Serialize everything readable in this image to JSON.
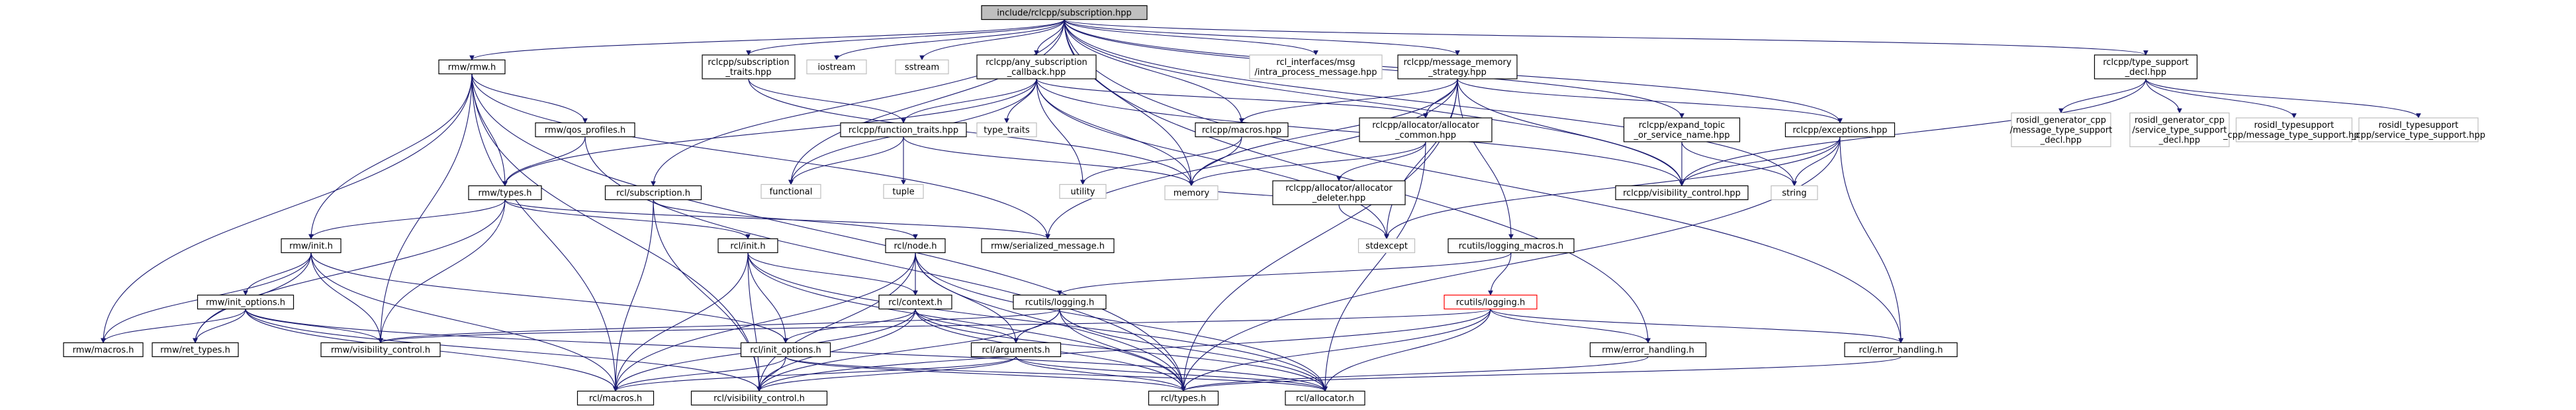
{
  "graph": {
    "nodes": [
      {
        "id": "root",
        "lines": [
          "include/rclcpp/subscription.hpp"
        ],
        "style": "root"
      },
      {
        "id": "rmw_rmw_h",
        "lines": [
          "rmw/rmw.h"
        ],
        "style": "normal"
      },
      {
        "id": "sub_traits",
        "lines": [
          "rclcpp/subscription",
          "_traits.hpp"
        ],
        "style": "normal"
      },
      {
        "id": "iostream",
        "lines": [
          "iostream"
        ],
        "style": "ext"
      },
      {
        "id": "sstream",
        "lines": [
          "sstream"
        ],
        "style": "ext"
      },
      {
        "id": "any_sub_cb",
        "lines": [
          "rclcpp/any_subscription",
          "_callback.hpp"
        ],
        "style": "normal"
      },
      {
        "id": "intra_msg",
        "lines": [
          "rcl_interfaces/msg",
          "/intra_process_message.hpp"
        ],
        "style": "ext"
      },
      {
        "id": "msg_mem",
        "lines": [
          "rclcpp/message_memory",
          "_strategy.hpp"
        ],
        "style": "normal"
      },
      {
        "id": "type_support",
        "lines": [
          "rclcpp/type_support",
          "_decl.hpp"
        ],
        "style": "normal"
      },
      {
        "id": "qos_profiles",
        "lines": [
          "rmw/qos_profiles.h"
        ],
        "style": "normal"
      },
      {
        "id": "func_traits",
        "lines": [
          "rclcpp/function_traits.hpp"
        ],
        "style": "normal"
      },
      {
        "id": "type_traits",
        "lines": [
          "type_traits"
        ],
        "style": "ext"
      },
      {
        "id": "macros_hpp",
        "lines": [
          "rclcpp/macros.hpp"
        ],
        "style": "normal"
      },
      {
        "id": "alloc_common",
        "lines": [
          "rclcpp/allocator/allocator",
          "_common.hpp"
        ],
        "style": "normal"
      },
      {
        "id": "expand_topic",
        "lines": [
          "rclcpp/expand_topic",
          "_or_service_name.hpp"
        ],
        "style": "normal"
      },
      {
        "id": "exceptions",
        "lines": [
          "rclcpp/exceptions.hpp"
        ],
        "style": "normal"
      },
      {
        "id": "rosidl_cpp_msg",
        "lines": [
          "rosidl_generator_cpp",
          "/message_type_support",
          "_decl.hpp"
        ],
        "style": "ext"
      },
      {
        "id": "rosidl_cpp_srv",
        "lines": [
          "rosidl_generator_cpp",
          "/service_type_support",
          "_decl.hpp"
        ],
        "style": "ext"
      },
      {
        "id": "rosidl_ts_msg",
        "lines": [
          "rosidl_typesupport",
          "_cpp/message_type_support.hpp"
        ],
        "style": "ext"
      },
      {
        "id": "rosidl_ts_srv",
        "lines": [
          "rosidl_typesupport",
          "_cpp/service_type_support.hpp"
        ],
        "style": "ext"
      },
      {
        "id": "rmw_types",
        "lines": [
          "rmw/types.h"
        ],
        "style": "normal"
      },
      {
        "id": "tuple",
        "lines": [
          "tuple"
        ],
        "style": "ext"
      },
      {
        "id": "utility",
        "lines": [
          "utility"
        ],
        "style": "ext"
      },
      {
        "id": "functional",
        "lines": [
          "functional"
        ],
        "style": "ext"
      },
      {
        "id": "alloc_deleter",
        "lines": [
          "rclcpp/allocator/allocator",
          "_deleter.hpp"
        ],
        "style": "normal"
      },
      {
        "id": "visibility_hpp",
        "lines": [
          "rclcpp/visibility_control.hpp"
        ],
        "style": "normal"
      },
      {
        "id": "string",
        "lines": [
          "string"
        ],
        "style": "ext"
      },
      {
        "id": "rcl_subscription",
        "lines": [
          "rcl/subscription.h"
        ],
        "style": "normal"
      },
      {
        "id": "memory",
        "lines": [
          "memory"
        ],
        "style": "ext"
      },
      {
        "id": "rmw_ser_msg",
        "lines": [
          "rmw/serialized_message.h"
        ],
        "style": "normal"
      },
      {
        "id": "stdexcept",
        "lines": [
          "stdexcept"
        ],
        "style": "ext"
      },
      {
        "id": "log_macros",
        "lines": [
          "rcutils/logging_macros.h"
        ],
        "style": "normal"
      },
      {
        "id": "rmw_init",
        "lines": [
          "rmw/init.h"
        ],
        "style": "normal"
      },
      {
        "id": "rcl_init",
        "lines": [
          "rcl/init.h"
        ],
        "style": "normal"
      },
      {
        "id": "rcl_node",
        "lines": [
          "rcl/node.h"
        ],
        "style": "normal"
      },
      {
        "id": "rmw_init_opts",
        "lines": [
          "rmw/init_options.h"
        ],
        "style": "normal"
      },
      {
        "id": "rcl_context",
        "lines": [
          "rcl/context.h"
        ],
        "style": "normal"
      },
      {
        "id": "rcutils_logging",
        "lines": [
          "rcutils/logging.h"
        ],
        "style": "normal"
      },
      {
        "id": "rcl_logging",
        "lines": [
          "rcutils/logging.h"
        ],
        "style": "red"
      },
      {
        "id": "rmw_macros",
        "lines": [
          "rmw/macros.h"
        ],
        "style": "normal"
      },
      {
        "id": "rmw_ret",
        "lines": [
          "rmw/ret_types.h"
        ],
        "style": "normal"
      },
      {
        "id": "rmw_vis",
        "lines": [
          "rmw/visibility_control.h"
        ],
        "style": "normal"
      },
      {
        "id": "rcl_init_opts",
        "lines": [
          "rcl/init_options.h"
        ],
        "style": "normal"
      },
      {
        "id": "rcutils_args",
        "lines": [
          "rcl/arguments.h"
        ],
        "style": "normal"
      },
      {
        "id": "rmw_err",
        "lines": [
          "rmw/error_handling.h"
        ],
        "style": "normal"
      },
      {
        "id": "rcl_err",
        "lines": [
          "rcl/error_handling.h"
        ],
        "style": "normal"
      },
      {
        "id": "rcl_macros",
        "lines": [
          "rcl/macros.h"
        ],
        "style": "normal"
      },
      {
        "id": "rcl_vis",
        "lines": [
          "rcl/visibility_control.h"
        ],
        "style": "normal"
      },
      {
        "id": "rcl_types",
        "lines": [
          "rcl/types.h"
        ],
        "style": "normal"
      },
      {
        "id": "rcl_alloc",
        "lines": [
          "rcl/allocator.h"
        ],
        "style": "normal"
      }
    ],
    "edges": [
      [
        "root",
        "rmw_rmw_h"
      ],
      [
        "root",
        "sub_traits"
      ],
      [
        "root",
        "iostream"
      ],
      [
        "root",
        "sstream"
      ],
      [
        "root",
        "any_sub_cb"
      ],
      [
        "root",
        "intra_msg"
      ],
      [
        "root",
        "msg_mem"
      ],
      [
        "root",
        "type_support"
      ],
      [
        "root",
        "rcl_subscription"
      ],
      [
        "root",
        "memory"
      ],
      [
        "root",
        "functional"
      ],
      [
        "root",
        "macros_hpp"
      ],
      [
        "root",
        "expand_topic"
      ],
      [
        "root",
        "exceptions"
      ],
      [
        "root",
        "visibility_hpp"
      ],
      [
        "root",
        "string"
      ],
      [
        "root",
        "rmw_err"
      ],
      [
        "root",
        "rcl_err"
      ],
      [
        "rmw_rmw_h",
        "qos_profiles"
      ],
      [
        "rmw_rmw_h",
        "rmw_types"
      ],
      [
        "rmw_rmw_h",
        "rmw_init"
      ],
      [
        "rmw_rmw_h",
        "rmw_macros"
      ],
      [
        "rmw_rmw_h",
        "rmw_ser_msg"
      ],
      [
        "rmw_rmw_h",
        "rmw_vis"
      ],
      [
        "rmw_rmw_h",
        "rcl_macros"
      ],
      [
        "rmw_rmw_h",
        "rcl_vis"
      ],
      [
        "rmw_rmw_h",
        "rcl_types"
      ],
      [
        "sub_traits",
        "func_traits"
      ],
      [
        "sub_traits",
        "memory"
      ],
      [
        "any_sub_cb",
        "func_traits"
      ],
      [
        "any_sub_cb",
        "type_traits"
      ],
      [
        "any_sub_cb",
        "utility"
      ],
      [
        "any_sub_cb",
        "functional"
      ],
      [
        "any_sub_cb",
        "memory"
      ],
      [
        "any_sub_cb",
        "alloc_common"
      ],
      [
        "any_sub_cb",
        "rmw_types"
      ],
      [
        "any_sub_cb",
        "visibility_hpp"
      ],
      [
        "any_sub_cb",
        "stdexcept"
      ],
      [
        "msg_mem",
        "macros_hpp"
      ],
      [
        "msg_mem",
        "alloc_common"
      ],
      [
        "msg_mem",
        "exceptions"
      ],
      [
        "msg_mem",
        "visibility_hpp"
      ],
      [
        "msg_mem",
        "memory"
      ],
      [
        "msg_mem",
        "stdexcept"
      ],
      [
        "msg_mem",
        "log_macros"
      ],
      [
        "msg_mem",
        "rmw_ser_msg"
      ],
      [
        "msg_mem",
        "rcl_types"
      ],
      [
        "type_support",
        "visibility_hpp"
      ],
      [
        "type_support",
        "rosidl_cpp_msg"
      ],
      [
        "type_support",
        "rosidl_cpp_srv"
      ],
      [
        "type_support",
        "rosidl_ts_msg"
      ],
      [
        "type_support",
        "rosidl_ts_srv"
      ],
      [
        "qos_profiles",
        "rmw_types"
      ],
      [
        "qos_profiles",
        "rcl_types"
      ],
      [
        "func_traits",
        "tuple"
      ],
      [
        "func_traits",
        "functional"
      ],
      [
        "func_traits",
        "memory"
      ],
      [
        "macros_hpp",
        "memory"
      ],
      [
        "macros_hpp",
        "utility"
      ],
      [
        "alloc_common",
        "memory"
      ],
      [
        "alloc_common",
        "alloc_deleter"
      ],
      [
        "alloc_common",
        "rcl_alloc"
      ],
      [
        "alloc_deleter",
        "memory"
      ],
      [
        "alloc_deleter",
        "stdexcept"
      ],
      [
        "expand_topic",
        "string"
      ],
      [
        "expand_topic",
        "visibility_hpp"
      ],
      [
        "exceptions",
        "string"
      ],
      [
        "exceptions",
        "stdexcept"
      ],
      [
        "exceptions",
        "visibility_hpp"
      ],
      [
        "exceptions",
        "rcl_err"
      ],
      [
        "exceptions",
        "rcl_types"
      ],
      [
        "rmw_types",
        "rmw_init"
      ],
      [
        "rmw_types",
        "rmw_ret"
      ],
      [
        "rmw_types",
        "rmw_vis"
      ],
      [
        "rmw_types",
        "rmw_ser_msg"
      ],
      [
        "rmw_types",
        "rcl_init"
      ],
      [
        "rcl_subscription",
        "rcl_node"
      ],
      [
        "rcl_subscription",
        "rcl_macros"
      ],
      [
        "rcl_subscription",
        "rcl_vis"
      ],
      [
        "log_macros",
        "rcl_logging"
      ],
      [
        "log_macros",
        "rcutils_logging"
      ],
      [
        "rmw_init",
        "rmw_init_opts"
      ],
      [
        "rmw_init",
        "rmw_macros"
      ],
      [
        "rmw_init",
        "rmw_ret"
      ],
      [
        "rmw_init",
        "rmw_vis"
      ],
      [
        "rmw_init",
        "rcl_init_opts"
      ],
      [
        "rmw_init",
        "rcl_macros"
      ],
      [
        "rcl_init",
        "rcl_context"
      ],
      [
        "rcl_init",
        "rcl_init_opts"
      ],
      [
        "rcl_init",
        "rcl_macros"
      ],
      [
        "rcl_init",
        "rcl_vis"
      ],
      [
        "rcl_init",
        "rcl_types"
      ],
      [
        "rcl_init",
        "rcl_alloc"
      ],
      [
        "rcl_node",
        "rcl_context"
      ],
      [
        "rcl_node",
        "rcutils_args"
      ],
      [
        "rcl_node",
        "rcl_macros"
      ],
      [
        "rcl_node",
        "rcl_vis"
      ],
      [
        "rcl_node",
        "rcl_types"
      ],
      [
        "rcl_node",
        "rcl_alloc"
      ],
      [
        "rmw_init_opts",
        "rmw_macros"
      ],
      [
        "rmw_init_opts",
        "rmw_ret"
      ],
      [
        "rmw_init_opts",
        "rmw_vis"
      ],
      [
        "rmw_init_opts",
        "rcl_alloc"
      ],
      [
        "rmw_init_opts",
        "rcl_macros"
      ],
      [
        "rmw_init_opts",
        "rcl_vis"
      ],
      [
        "rcl_context",
        "rcl_init_opts"
      ],
      [
        "rcl_context",
        "rcutils_args"
      ],
      [
        "rcl_context",
        "rcl_macros"
      ],
      [
        "rcl_context",
        "rcl_vis"
      ],
      [
        "rcl_context",
        "rcl_types"
      ],
      [
        "rcl_context",
        "rcl_alloc"
      ],
      [
        "rcutils_logging",
        "rcutils_args"
      ],
      [
        "rcutils_logging",
        "rmw_vis"
      ],
      [
        "rcutils_logging",
        "rcl_types"
      ],
      [
        "rcutils_logging",
        "rcl_vis"
      ],
      [
        "rcutils_logging",
        "rcl_alloc"
      ],
      [
        "rcl_logging",
        "rmw_err"
      ],
      [
        "rcl_logging",
        "rcl_err"
      ],
      [
        "rcl_logging",
        "rcl_alloc"
      ],
      [
        "rcl_logging",
        "rcl_types"
      ],
      [
        "rcl_logging",
        "rcl_vis"
      ],
      [
        "rcl_logging",
        "rmw_vis"
      ],
      [
        "rcl_init_opts",
        "rcl_alloc"
      ],
      [
        "rcl_init_opts",
        "rcl_macros"
      ],
      [
        "rcl_init_opts",
        "rcl_vis"
      ],
      [
        "rcl_init_opts",
        "rcl_types"
      ],
      [
        "rcutils_args",
        "rcl_macros"
      ],
      [
        "rcutils_args",
        "rcl_vis"
      ],
      [
        "rcutils_args",
        "rcl_types"
      ],
      [
        "rcutils_args",
        "rcl_alloc"
      ],
      [
        "rmw_err",
        "rcl_types"
      ],
      [
        "rcl_err",
        "rcl_types"
      ]
    ]
  }
}
